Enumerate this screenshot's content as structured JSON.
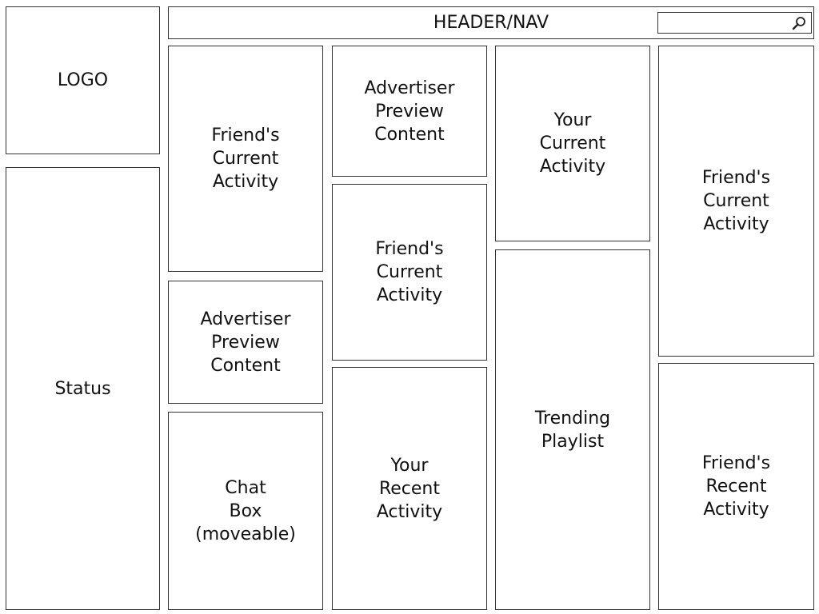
{
  "logo": "LOGO",
  "header": {
    "label": "HEADER/NAV",
    "search_placeholder": "",
    "search_icon": "magnifier-icon"
  },
  "status": "Status",
  "column1": {
    "friend_current": "Friend's\nCurrent\nActivity",
    "advertiser": "Advertiser\nPreview\nContent",
    "chat": "Chat\nBox\n(moveable)"
  },
  "column2": {
    "advertiser": "Advertiser\nPreview\nContent",
    "friend_current": "Friend's\nCurrent\nActivity",
    "your_recent": "Your\nRecent\nActivity"
  },
  "column3": {
    "your_current": "Your\nCurrent\nActivity",
    "trending": "Trending\nPlaylist"
  },
  "column4": {
    "friend_current": "Friend's\nCurrent\nActivity",
    "friend_recent": "Friend's\nRecent\nActivity"
  }
}
